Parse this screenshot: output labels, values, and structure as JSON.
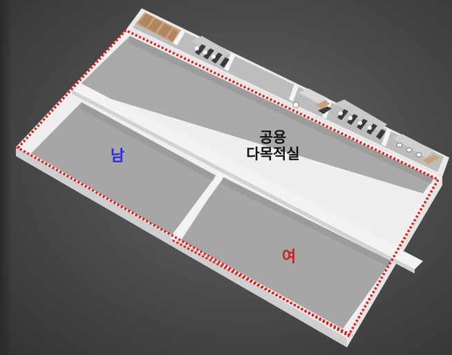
{
  "rooms": {
    "male_label": "남",
    "shared_label_line1": "공용",
    "shared_label_line2": "다목적실",
    "female_label": "여"
  },
  "colors": {
    "male_text": "#2a2ae8",
    "female_text": "#cc1e1e",
    "boundary_dots": "#e01818",
    "floor": "#a8a8a8",
    "wall_top": "#f2f2f2",
    "wall_side": "#d6d6d6",
    "cabinet_wood": "#c9a27a",
    "fixture_dark": "#3a3a3a"
  },
  "icons": [
    "wood-locker-icon",
    "toilet-stall-icon",
    "sink-icon",
    "kitchen-counter-icon"
  ]
}
